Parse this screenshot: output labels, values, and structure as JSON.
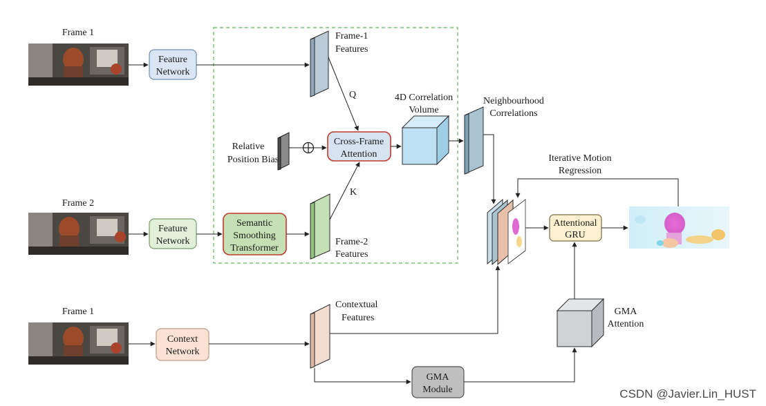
{
  "inputs": {
    "frame1_top": "Frame 1",
    "frame2": "Frame 2",
    "frame1_bottom": "Frame 1"
  },
  "blocks": {
    "feature_network_1": [
      "Feature",
      "Network"
    ],
    "feature_network_2": [
      "Feature",
      "Network"
    ],
    "context_network": [
      "Context",
      "Network"
    ],
    "semantic_smoothing": [
      "Semantic",
      "Smoothing",
      "Transformer"
    ],
    "cross_frame_attention": [
      "Cross-Frame",
      "Attention"
    ],
    "attentional_gru": [
      "Attentional",
      "GRU"
    ],
    "gma_module": [
      "GMA",
      "Module"
    ]
  },
  "labels": {
    "frame1_features": [
      "Frame-1",
      "Features"
    ],
    "frame2_features": [
      "Frame-2",
      "Features"
    ],
    "correlation_volume": [
      "4D Correlation",
      "Volume"
    ],
    "neighbourhood": [
      "Neighbourhood",
      "Correlations"
    ],
    "relative_position": [
      "Relative",
      "Position Bias"
    ],
    "contextual_features": [
      "Contextual",
      "Features"
    ],
    "iterative_motion": [
      "Iterative Motion",
      "Regression"
    ],
    "gma_attention": [
      "GMA",
      "Attention"
    ],
    "q": "Q",
    "k": "K",
    "plus": "⊕"
  },
  "watermark": "CSDN @Javier.Lin_HUST",
  "colors": {
    "feature_blue": "#dbe6f4",
    "feature_green": "#e2efd9",
    "context_peach": "#fbe2d5",
    "semantic_green": "#c5e0b4",
    "cross_attention_blue": "#d6e4f2",
    "cross_attention_border": "#c0392b",
    "gru_yellow": "#fdf0d0",
    "gma_gray": "#bfbfbf",
    "cube_blue": "#bde0f3",
    "cube_gray": "#d0d3d6",
    "dashed_green": "#5cb85c"
  }
}
